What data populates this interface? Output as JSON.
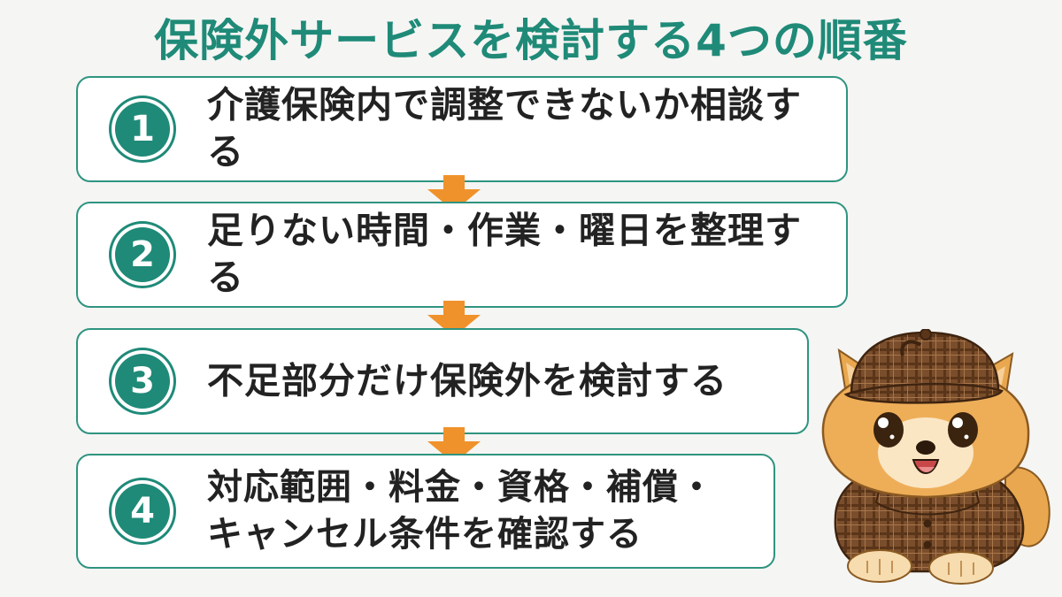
{
  "title": "保険外サービスを検討する4つの順番",
  "steps": [
    {
      "number": "1",
      "text": "介護保険内で調整できないか相談する"
    },
    {
      "number": "2",
      "text": "足りない時間・作業・曜日を整理する"
    },
    {
      "number": "3",
      "text": "不足部分だけ保険外を検討する"
    },
    {
      "number": "4",
      "lines": [
        "対応範囲・料金・資格・補償・",
        "キャンセル条件を確認する"
      ]
    }
  ],
  "colors": {
    "accent": "#1f8a78",
    "border": "#2f9480",
    "arrow": "#f0922b",
    "text": "#222222",
    "background": "#f5f5f3"
  },
  "illustration": "detective-dog-illustration"
}
